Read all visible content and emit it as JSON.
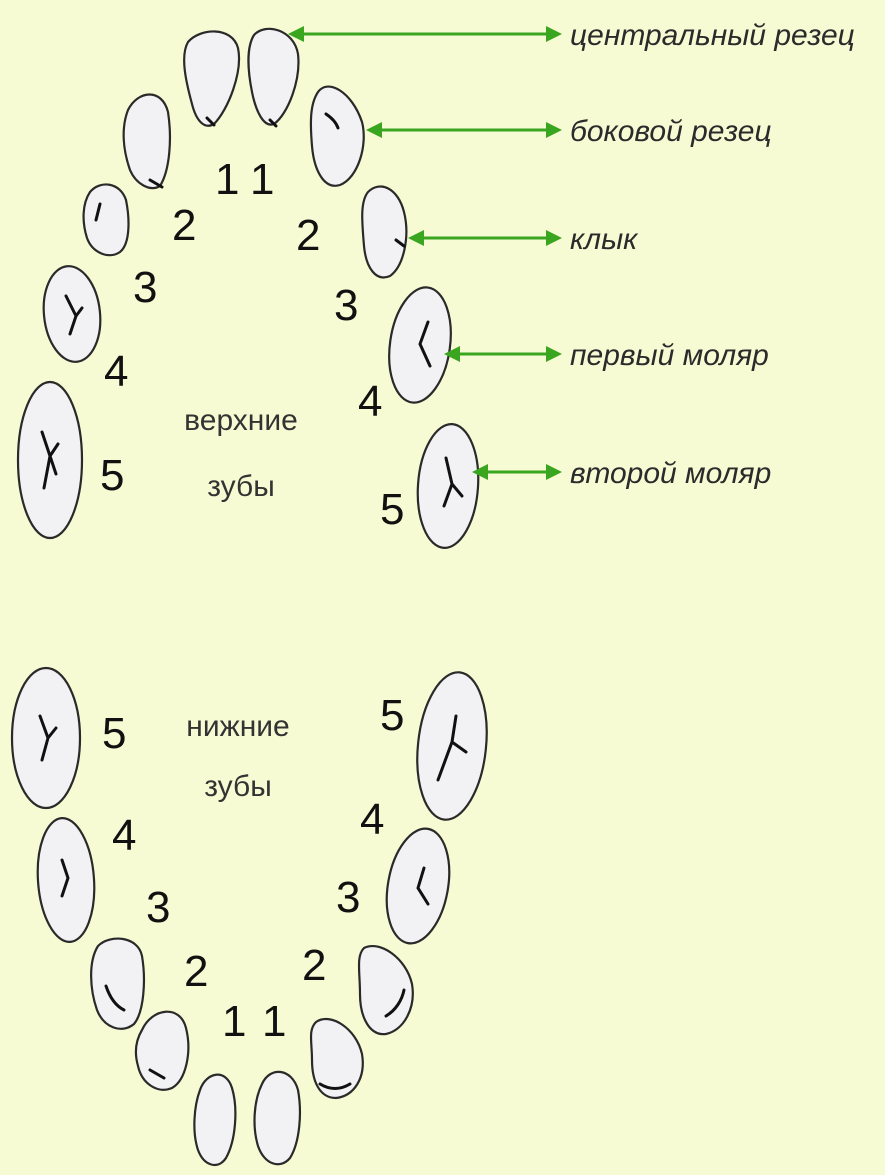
{
  "upper": {
    "label_line1": "верхние",
    "label_line2": "зубы",
    "numbers": [
      "1",
      "1",
      "2",
      "2",
      "3",
      "3",
      "4",
      "4",
      "5",
      "5"
    ]
  },
  "lower": {
    "label_line1": "нижние",
    "label_line2": "зубы",
    "numbers": [
      "5",
      "5",
      "4",
      "4",
      "3",
      "3",
      "2",
      "2",
      "1",
      "1"
    ]
  },
  "legend": [
    {
      "label": "центральный резец"
    },
    {
      "label": "боковой резец"
    },
    {
      "label": "клык"
    },
    {
      "label": "первый моляр"
    },
    {
      "label": "второй моляр"
    }
  ],
  "colors": {
    "background": "#f7fbd3",
    "arrow": "#3aa51f",
    "tooth_fill": "#f2f2f4"
  }
}
